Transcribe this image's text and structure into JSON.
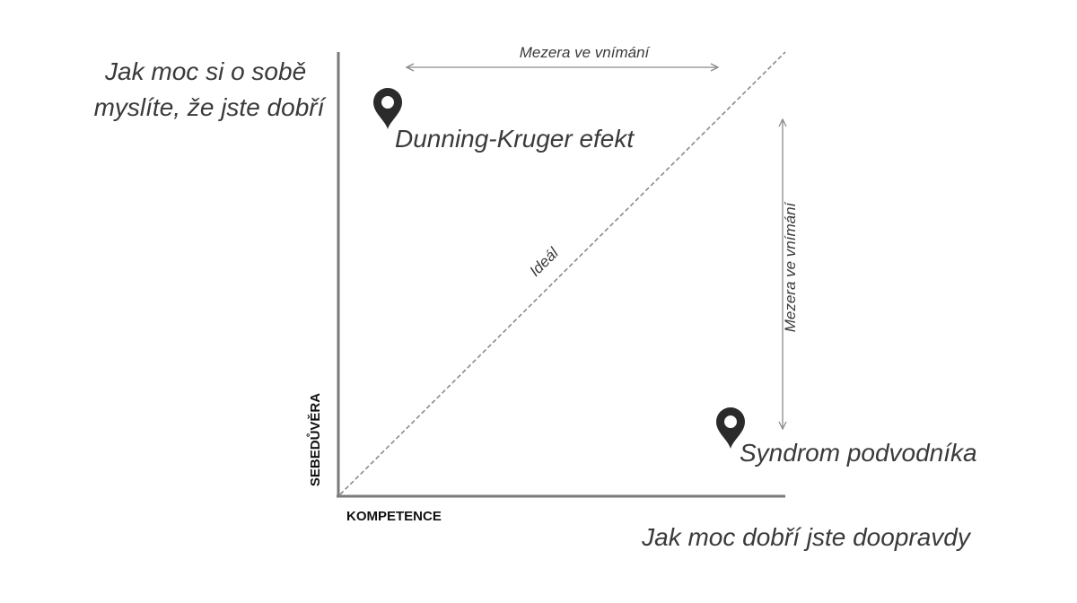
{
  "y_question": {
    "line1": "Jak moc si o sobě",
    "line2": "myslíte, že jste dobří"
  },
  "x_question": "Jak moc dobří jste doopravdy",
  "y_axis_label": "SEBEDŮVĚRA",
  "x_axis_label": "KOMPETENCE",
  "ideal_label": "Ideál",
  "gap_top_label": "Mezera ve vnímání",
  "gap_right_label": "Mezera ve vnímání",
  "markers": {
    "dunning_kruger": {
      "label": "Dunning-Kruger efekt",
      "icon": "map-pin-icon"
    },
    "impostor": {
      "label": "Syndrom podvodníka",
      "icon": "map-pin-icon"
    }
  },
  "colors": {
    "text": "#3a3a3a",
    "axis": "#7a7a7a",
    "diagonal": "#8a8a8a",
    "arrow": "#8a8a8a",
    "pin": "#2b2b2b"
  }
}
